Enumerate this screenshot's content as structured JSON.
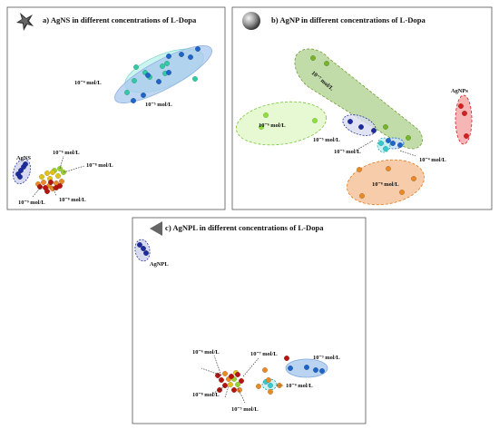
{
  "chart_data": [
    {
      "type": "scatter",
      "title": "a) AgNS in different concentrations of L-Dopa",
      "labels": {
        "c1e4": "10⁻⁴ mol/L",
        "c1e5": "10⁻⁵ mol/L",
        "c1e6": "10⁻⁶ mol/L",
        "c1e7": "10⁻⁷ mol/L",
        "c1e8": "10⁻⁸ mol/L",
        "c1e9": "10⁻⁹ mol/L",
        "agns": "AgNS"
      },
      "series": [
        {
          "name": "10⁻⁴ mol/L",
          "color": "#33c9a6",
          "points": [
            [
              148,
              89
            ],
            [
              160,
              80
            ],
            [
              179,
              73
            ],
            [
              184,
              70
            ],
            [
              165,
              85
            ],
            [
              140,
              102
            ],
            [
              150,
              74
            ],
            [
              182,
              81
            ],
            [
              215,
              87
            ]
          ]
        },
        {
          "name": "10⁻⁵ mol/L",
          "color": "#1f64c8",
          "points": [
            [
              147,
              111
            ],
            [
              158,
              105
            ],
            [
              163,
              83
            ],
            [
              175,
              90
            ],
            [
              186,
              62
            ],
            [
              200,
              60
            ],
            [
              210,
              63
            ],
            [
              218,
              54
            ],
            [
              186,
              80
            ]
          ]
        },
        {
          "name": "AgNS",
          "color": "#1d2c9c",
          "points": [
            [
              20,
              192
            ],
            [
              23,
              188
            ],
            [
              26,
              184
            ],
            [
              28,
              181
            ],
            [
              22,
              195
            ]
          ]
        },
        {
          "name": "10⁻⁶ mol/L",
          "color": "#9ad32f",
          "points": [
            [
              60,
              188
            ],
            [
              66,
              186
            ],
            [
              70,
              190
            ]
          ]
        },
        {
          "name": "10⁻⁷ mol/L",
          "color": "#e0c21a",
          "points": [
            [
              46,
              195
            ],
            [
              52,
              191
            ],
            [
              58,
              190
            ],
            [
              64,
              194
            ],
            [
              55,
              197
            ]
          ]
        },
        {
          "name": "10⁻⁸ mol/L",
          "color": "#e88a28",
          "points": [
            [
              42,
              203
            ],
            [
              48,
              201
            ],
            [
              54,
              205
            ],
            [
              62,
              202
            ],
            [
              68,
              200
            ],
            [
              58,
              208
            ]
          ]
        },
        {
          "name": "10⁻⁹ mol/L",
          "color": "#b5140f",
          "points": [
            [
              44,
              206
            ],
            [
              50,
              207
            ],
            [
              56,
              201
            ],
            [
              62,
              207
            ],
            [
              66,
              205
            ],
            [
              52,
              211
            ]
          ]
        }
      ]
    },
    {
      "type": "scatter",
      "title": "b) AgNP in different concentrations of L-Dopa",
      "labels": {
        "c1e4": "10⁻⁴ mol/L",
        "c1e5": "10⁻⁵ mol/L",
        "c1e6": "10⁻⁶ mol/L",
        "c1e7": "10⁻⁷ mol/L",
        "c1e8": "10⁻⁸ mol/L",
        "agnps": "AgNPs"
      },
      "series": [
        {
          "name": "10⁻⁷ mol/L",
          "color": "#79b22b",
          "points": [
            [
              345,
              64
            ],
            [
              360,
              70
            ],
            [
              425,
              140
            ],
            [
              450,
              152
            ]
          ]
        },
        {
          "name": "10⁻⁶ mol/L",
          "color": "#8fe03a",
          "points": [
            [
              288,
              140
            ],
            [
              293,
              127
            ],
            [
              347,
              133
            ]
          ]
        },
        {
          "name": "10⁻⁵ mol/L",
          "color": "#1c2c9e",
          "points": [
            [
              386,
              134
            ],
            [
              398,
              140
            ],
            [
              412,
              144
            ]
          ]
        },
        {
          "name": "10⁻⁴ mol/L",
          "color": "#1f64c8",
          "points": [
            [
              428,
              155
            ],
            [
              433,
              158
            ],
            [
              441,
              160
            ]
          ]
        },
        {
          "name": "c-cyan",
          "color": "#36c9ce",
          "points": [
            [
              420,
              158
            ],
            [
              425,
              164
            ]
          ]
        },
        {
          "name": "10⁻⁸ mol/L",
          "color": "#e88a28",
          "points": [
            [
              396,
              187
            ],
            [
              428,
              186
            ],
            [
              399,
              216
            ],
            [
              443,
              212
            ],
            [
              456,
              197
            ]
          ]
        },
        {
          "name": "AgNPs",
          "color": "#d42020",
          "points": [
            [
              508,
              117
            ],
            [
              512,
              125
            ],
            [
              514,
              150
            ]
          ]
        }
      ]
    },
    {
      "type": "scatter",
      "title": "c) AgNPL in different concentrations of L-Dopa",
      "labels": {
        "c1e3": "10⁻³ mol/L",
        "c1e4": "10⁻⁴ mol/L",
        "c1e5": "10⁻⁵ mol/L",
        "c1e6": "10⁻⁶ mol/L",
        "c1e7": "10⁻⁷ mol/L",
        "c1e8": "10⁻⁸ mol/L",
        "agnpl": "AgNPL"
      },
      "series": [
        {
          "name": "AgNPL",
          "color": "#1d2c9c",
          "points": [
            [
              154,
              270
            ],
            [
              158,
              274
            ],
            [
              161,
              279
            ]
          ]
        },
        {
          "name": "10⁻³ mol/L",
          "color": "#1f64c8",
          "points": [
            [
              320,
              406
            ],
            [
              338,
              405
            ],
            [
              348,
              408
            ],
            [
              355,
              409
            ]
          ]
        },
        {
          "name": "10⁻⁴ mol/L",
          "color": "#36c9ce",
          "points": [
            [
              293,
              421
            ],
            [
              298,
              425
            ]
          ]
        },
        {
          "name": "10⁻⁶ mol/L",
          "color": "#9ad32f",
          "points": [
            [
              258,
              418
            ],
            [
              262,
              424
            ]
          ]
        },
        {
          "name": "10⁻⁷ mol/L",
          "color": "#e88a28",
          "points": [
            [
              248,
              412
            ],
            [
              252,
              418
            ],
            [
              292,
              408
            ],
            [
              296,
              419
            ],
            [
              285,
              426
            ],
            [
              298,
              432
            ],
            [
              308,
              425
            ],
            [
              264,
              430
            ]
          ]
        },
        {
          "name": "10⁻⁵ mol/L",
          "color": "#e0c21a",
          "points": [
            [
              254,
              424
            ],
            [
              260,
              411
            ]
          ]
        },
        {
          "name": "10⁻⁸ mol/L",
          "color": "#b5140f",
          "points": [
            [
              240,
              414
            ],
            [
              244,
              419
            ],
            [
              248,
              425
            ],
            [
              255,
              415
            ],
            [
              262,
              413
            ],
            [
              266,
              420
            ],
            [
              258,
              430
            ],
            [
              242,
              430
            ],
            [
              316,
              395
            ]
          ]
        }
      ]
    }
  ]
}
